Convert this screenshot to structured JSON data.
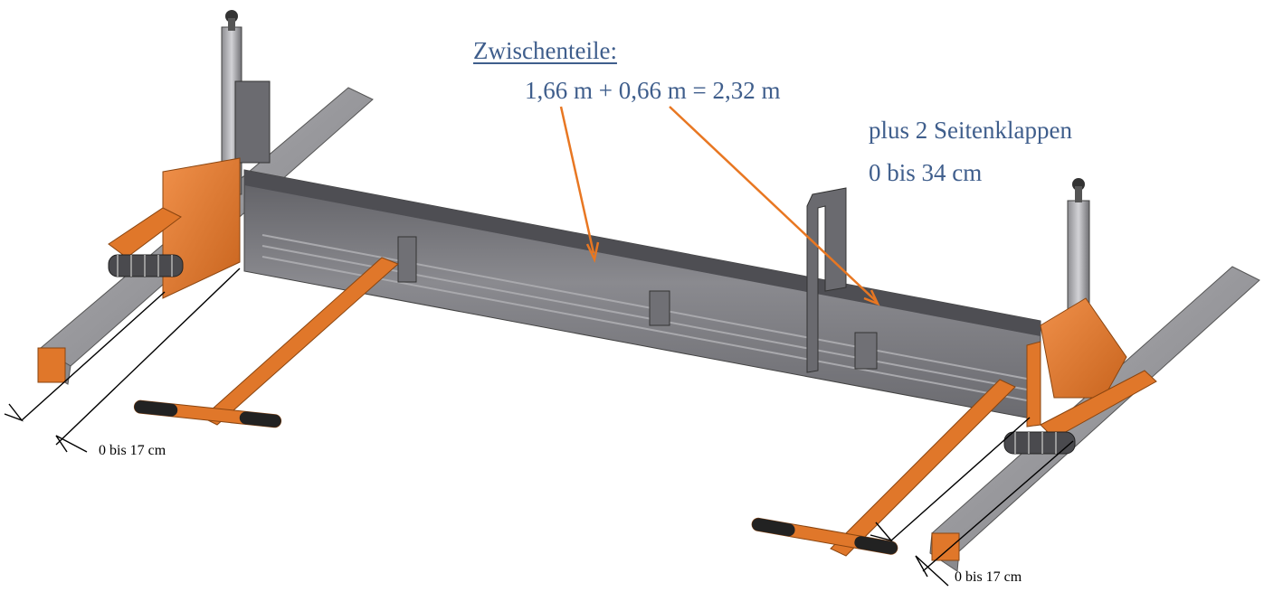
{
  "labels": {
    "title": "Zwischenteile:",
    "formula": "1,66 m + 0,66 m = 2,32 m",
    "extra_line1": "plus 2 Seitenklappen",
    "extra_line2": "0 bis 34 cm"
  },
  "dimensions": {
    "left": "0 bis 17 cm",
    "right": "0 bis 17 cm"
  },
  "colors": {
    "label_text": "#3F5E8C",
    "arrow": "#E87722",
    "frame_orange": "#E0772A",
    "steel_gray": "#6E6E72",
    "rail_gray": "#9C9CA0",
    "dimension_line": "#000000"
  }
}
